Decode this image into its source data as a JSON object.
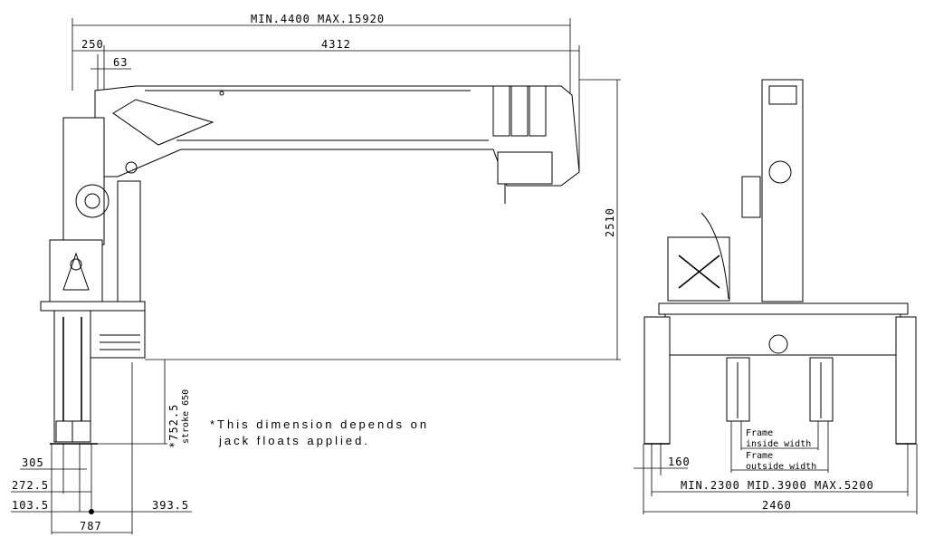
{
  "side_view": {
    "overall_length": "MIN.4400 MAX.15920",
    "dim_250": "250",
    "dim_4312": "4312",
    "dim_63": "63",
    "height_2510": "2510",
    "jack_dim": "*752.5",
    "stroke": "stroke 650",
    "dim_305": "305",
    "dim_272_5": "272.5",
    "dim_103_5": "103.5",
    "dim_393_5": "393.5",
    "dim_787": "787"
  },
  "note": {
    "line1": "*This dimension depends on",
    "line2": "jack floats applied."
  },
  "rear_view": {
    "dim_160": "160",
    "frame_inside_1": "Frame",
    "frame_inside_2": "inside width",
    "frame_outside_1": "Frame",
    "frame_outside_2": "outside width",
    "outrigger_span": "MIN.2300 MID.3900 MAX.5200",
    "overall_width": "2460"
  }
}
